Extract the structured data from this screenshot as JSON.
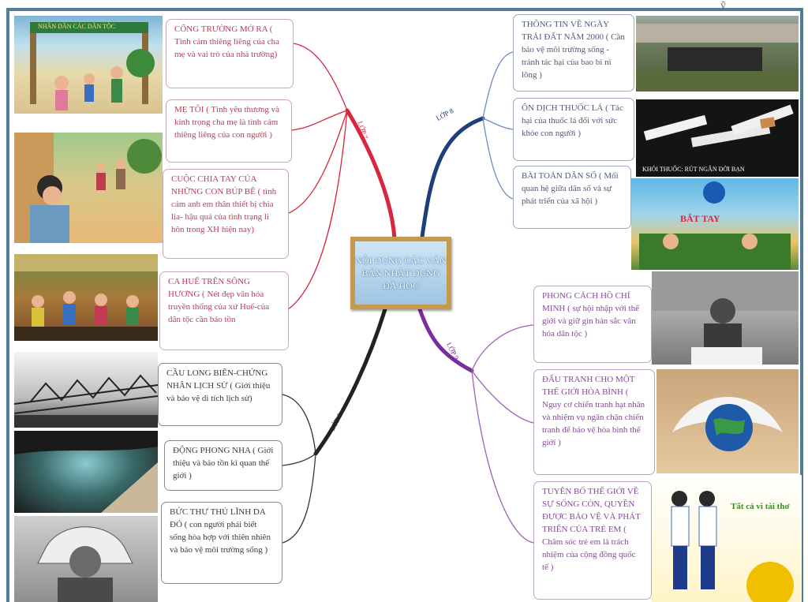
{
  "center": {
    "title": "NỘI DUNG CÁC VĂN BẢN NHẬT DỤNG ĐÃ HỌC"
  },
  "branches": {
    "lop7": {
      "label": "LỚP 7",
      "color": "#d7263d"
    },
    "lop8": {
      "label": "LỚP 8",
      "color": "#1f3f7a"
    },
    "lop9": {
      "label": "LỚP 9",
      "color": "#7b2c9d"
    },
    "lop6": {
      "label": "LỚP 6",
      "color": "#222222"
    }
  },
  "nodes": {
    "cong_truong": "CỔNG TRƯỜNG MỞ RA ( Tình cảm thiêng liêng của cha mẹ và vai trò của nhà trường)",
    "me_toi": "MẸ TÔI ( Tình yêu thương và kính trọng cha mẹ là tình cảm thiêng liêng của con người )",
    "cuoc_chia_tay": "CUỘC CHIA TAY CỦA NHỮNG CON BÚP BÊ ( tình cảm anh em thân thiết bị chia lìa- hậu quả của tình trạng li hôn trong XH hiện nay)",
    "ca_hue": "CA HUẾ TRÊN SÔNG HƯƠNG ( Nét đẹp văn hóa truyền thống của xứ Huế-của dân tộc cần bảo tồn",
    "cau_long_bien": "CẦU LONG BIÊN-CHỨNG NHÂN LỊCH SỬ ( Giới thiệu và bảo vệ di tích lịch sử)",
    "dong_phong_nha": "ĐỘNG PHONG NHA ( Giới thiệu và bảo tồn kì quan thế giới )",
    "buc_thu": "BỨC THƯ THỦ LĨNH DA ĐỎ ( con người phải biết sống hòa hợp với thiên nhiên và bảo vệ môi trường sống )",
    "thong_tin": "THÔNG TIN VỀ NGÀY TRÁI ĐẤT NĂM 2000 ( Cần bảo vệ môi trường sống - tránh tác hại của bao bì ni lông )",
    "on_dich": "ÔN DỊCH THUỐC LÁ ( Tác hại của thuốc lá đối với sức khỏe con người )",
    "bai_toan": "BÀI TOÁN DÂN SỐ ( Mối quan hệ giữa dân số và sự phát triển của xã hội )",
    "phong_cach": "PHONG CÁCH HỒ CHÍ MINH ( sự hội nhập với thế giới và giữ gìn bản sắc văn hóa dân tộc )",
    "dau_tranh": "ĐẤU TRANH CHO MỘT THẾ GIỚI HÒA BÌNH ( Nguy cơ chiến tranh hạt nhân và nhiệm vụ ngăn chặn chiến tranh để bảo vệ hòa bình thế giới )",
    "tuyen_bo": "TUYÊN BỐ THẾ GIỚI VỀ SỰ SỐNG CÒN, QUYỀN ĐƯỢC BẢO VỆ VÀ PHÁT TRIỂN CỦA TRẺ EM ( Chăm sóc trẻ em là trách nhiệm của cộng đồng quốc tế )"
  },
  "image_tags": {
    "school_sign": "NHÂN DÂN CÁC DÂN TỘC",
    "smoking": "KHÓI THUỐC: RÚT NGẮN ĐỜI BẠN",
    "population_banner": "BẮT TAY",
    "children_poster": "Tất cả vì tài thơ"
  },
  "colors": {
    "frame": "#4f7f97",
    "lop7": "#d7263d",
    "lop8": "#1f3f7a",
    "lop9": "#7b2c9d",
    "lop6": "#222222"
  }
}
